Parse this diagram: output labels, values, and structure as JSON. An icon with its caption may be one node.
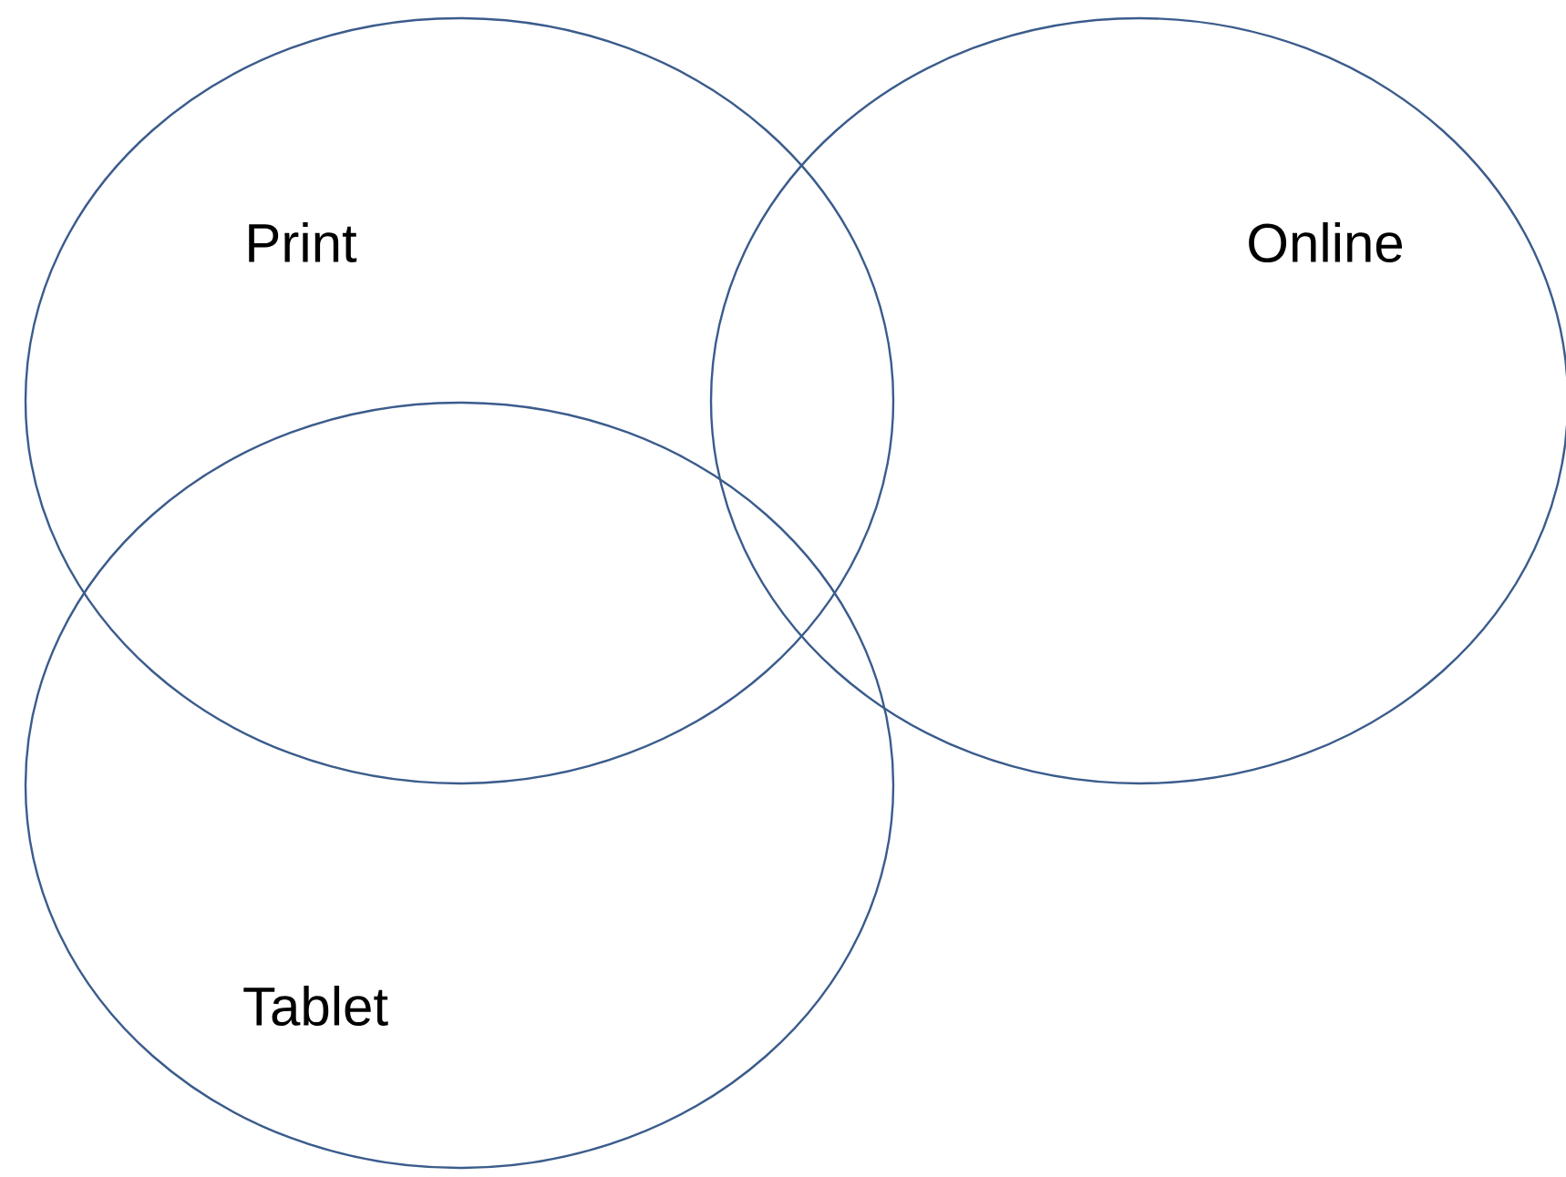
{
  "diagram": {
    "nodes": [
      {
        "text": [
          "Print"
        ]
      },
      {
        "text": [
          "Online"
        ]
      },
      {
        "text": [
          "Tablet"
        ]
      }
    ]
  }
}
